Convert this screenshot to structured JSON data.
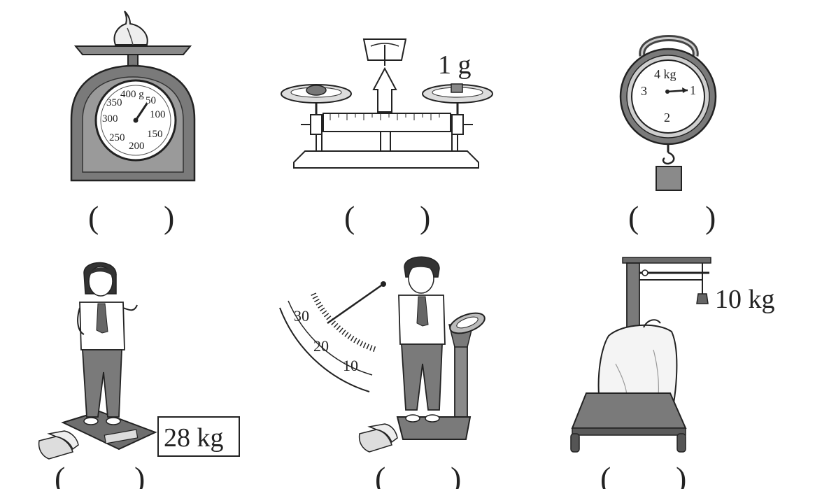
{
  "scales": [
    {
      "name": "kitchen-dial-scale",
      "dial_labels": [
        "400 g",
        "50",
        "100",
        "150",
        "200",
        "250",
        "300",
        "350"
      ],
      "answer_left": "(",
      "answer_right": ")"
    },
    {
      "name": "balance-scale",
      "weight_label": "1 g",
      "answer_left": "(",
      "answer_right": ")"
    },
    {
      "name": "hanging-spring-scale",
      "dial_labels": [
        "4 kg",
        "1",
        "2",
        "3"
      ],
      "answer_left": "(",
      "answer_right": ")"
    },
    {
      "name": "bathroom-scale-girl",
      "reading_label": "28 kg",
      "answer_left": "(",
      "answer_right": ")"
    },
    {
      "name": "height-weight-scale-boy",
      "dial_labels": [
        "30",
        "20",
        "10"
      ],
      "answer_left": "(",
      "answer_right": ")"
    },
    {
      "name": "platform-beam-scale",
      "weight_label": "10 kg",
      "answer_left": "(",
      "answer_right": ")"
    }
  ],
  "colors": {
    "ink": "#222222",
    "body_gray": "#7a7a7a",
    "dark_gray": "#555555",
    "light_gray": "#d8d8d8",
    "paper": "#ffffff"
  }
}
